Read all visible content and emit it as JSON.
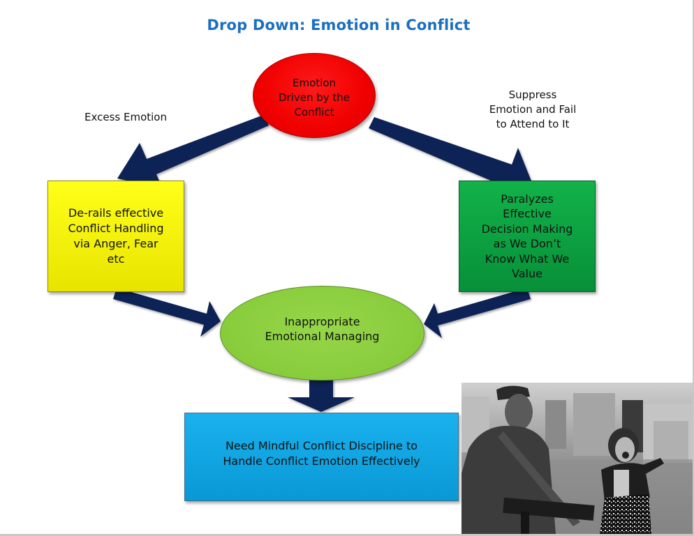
{
  "slide": {
    "title": "Drop Down: Emotion in Conflict",
    "colors": {
      "title": "#1a6fc0",
      "arrow": "#0f2255",
      "top_oval": "#f00000",
      "left_box": "#ffff00",
      "right_box": "#0aa040",
      "center_oval": "#8ccf40",
      "bottom_box": "#12a8e4"
    },
    "branch_labels": {
      "left": "Excess Emotion",
      "right": [
        "Suppress",
        "Emotion and Fail",
        "to Attend to It"
      ]
    },
    "nodes": {
      "top_oval": [
        "Emotion",
        "Driven by the",
        "Conflict"
      ],
      "left_box": [
        "De-rails effective",
        "Conflict Handling",
        "via Anger, Fear",
        "etc"
      ],
      "right_box": [
        "Paralyzes",
        "Effective",
        "Decision Making",
        "as We Don’t",
        "Know What We",
        "Value"
      ],
      "center_oval": [
        "Inappropriate",
        "Emotional Managing"
      ],
      "bottom_box": [
        "Need Mindful Conflict Discipline to",
        "Handle Conflict Emotion Effectively"
      ]
    },
    "photo": {
      "description": "black-and-white photo of a soldier with a rifle and an elderly woman shouting and pointing"
    }
  }
}
